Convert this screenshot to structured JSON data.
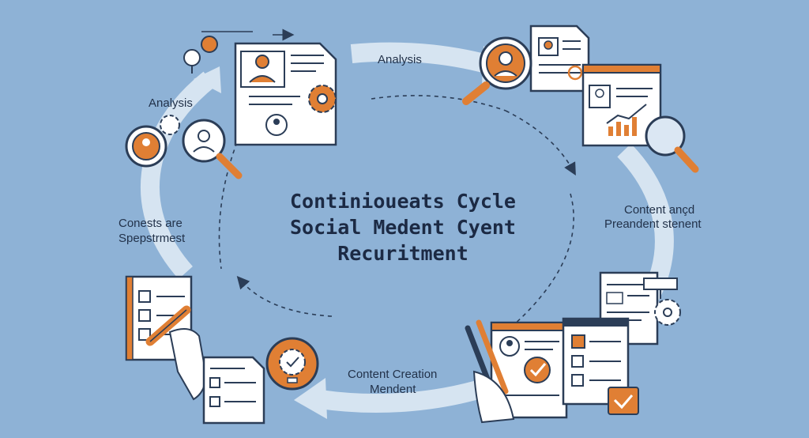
{
  "center_title": {
    "line1": "Continioueats Cycle",
    "line2": "Social Medent Cyent",
    "line3": "Recuritment"
  },
  "labels": {
    "top": "Analysis",
    "left_top": "Analysis",
    "left_mid_1": "Conests are",
    "left_mid_2": "Spepstrmest",
    "right_1": "Content ançd",
    "right_2": "Preandent stenent",
    "bottom_1": "Content Creation",
    "bottom_2": "Mendent"
  },
  "colors": {
    "background": "#8eb2d6",
    "ring": "#d6e4f1",
    "orange": "#e07f34",
    "navy": "#2b3d57",
    "paper": "#ffffff"
  },
  "icons": [
    "recruiter-profile-document-icon",
    "search-magnifier-icon",
    "analytics-report-icon",
    "resume-document-icon",
    "checklist-icon",
    "pencil-icon",
    "gear-icon",
    "lightbulb-icon",
    "pen-icon"
  ]
}
